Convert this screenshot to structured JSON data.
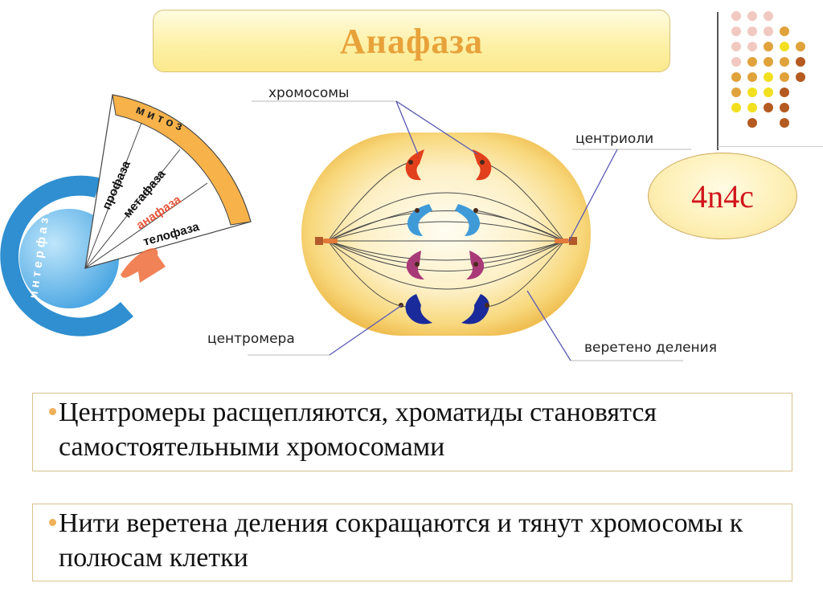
{
  "title": "Анафаза",
  "formula": "4n4c",
  "labels": {
    "chromosomes": "хромосомы",
    "centrioles": "центриоли",
    "centromere": "центромера",
    "spindle": "веретено деления"
  },
  "wheel": {
    "mitosis": "м и т о з",
    "interphase": "и н т е р ф а з а",
    "phases": [
      "профаза",
      "метафаза",
      "анафаза",
      "телофаза"
    ]
  },
  "bullets": [
    "Центромеры расщепляются, хроматиды становятся самостоятельными хромосомами",
    "Нити веретена деления сокращаются и тянут хромосомы к полюсам клетки"
  ],
  "colors": {
    "title": "#e8a23a",
    "formula": "#d0151b",
    "highlight_phase": "#e8553a",
    "bullet": "#f0b05a",
    "chromosome_red": "#e2401c",
    "chromosome_cyan": "#3f9ad8",
    "chromosome_purple": "#a83a78",
    "chromosome_navy": "#1a2a9a",
    "pointer_line": "#5a5ab4"
  },
  "icons": [
    "decorative-dots-icon",
    "curved-arrow-icon",
    "centriole-icon"
  ]
}
